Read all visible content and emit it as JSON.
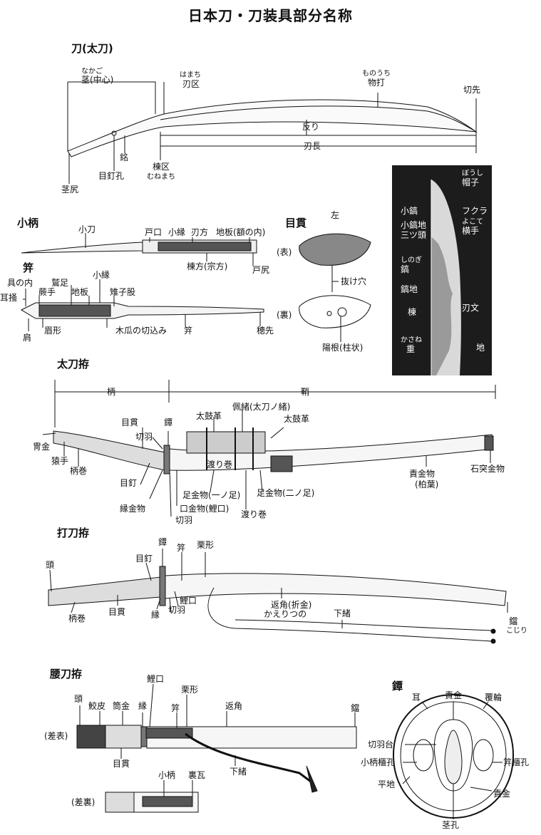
{
  "title": "日本刀・刀装具部分名称",
  "sections": {
    "katana": "刀(太刀)",
    "kozuka": "小柄",
    "kogai": "笄",
    "menuki": "目貫",
    "tachi": "太刀拵",
    "uchigatana": "打刀拵",
    "koshigatana": "腰刀拵",
    "tsuba": "鐔"
  },
  "katana": {
    "nakago_reading": "なかご",
    "nakago": "茎(中心)",
    "hamachi_reading": "はまち",
    "hamachi": "刃区",
    "monouchi_reading": "ものうち",
    "monouchi": "物打",
    "kissaki": "切先",
    "sori": "反り",
    "hachou": "刃長",
    "mei": "銘",
    "mekugiana": "目釘孔",
    "munemachi": "棟区",
    "munemachi_reading": "むねまち",
    "nakagojiri": "茎尻"
  },
  "kozuka": {
    "kogatana": "小刀",
    "toguchi": "戸口",
    "kobuchi": "小縁",
    "hagata": "刃方",
    "jiita": "地板(額の内)",
    "munegata": "棟方(宗方)",
    "tojiri": "戸尻"
  },
  "kogai": {
    "gunouchi": "具の内",
    "mimikaki": "耳掻",
    "warabite": "蕨手",
    "washiashi": "鷲足",
    "jiita": "地板",
    "kobuchi": "小縁",
    "ritsushimata": "雉子股",
    "kata": "肩",
    "mayugata": "眉形",
    "mokkou": "木瓜の切込み",
    "kogai": "笄",
    "hosaki": "穂先"
  },
  "menuki": {
    "hidari": "左",
    "omote": "(表)",
    "ura": "(裏)",
    "nukeana": "抜け穴",
    "inne": "陽根(柱状)"
  },
  "photo": {
    "boushi_reading": "ぼうし",
    "boushi": "帽子",
    "koshinogi": "小鎬",
    "fukura": "フクラ",
    "koshinogiji": "小鎬地",
    "yokote_reading": "よこて",
    "mitsugashira": "三ツ頭",
    "yokote": "横手",
    "shinogi_reading": "しのぎ",
    "shinogi": "鎬",
    "shinogiji": "鎬地",
    "hamon": "刃文",
    "mune": "棟",
    "kasane_reading": "かさね",
    "kasane": "重",
    "ji": "地"
  },
  "tachi": {
    "tsuka": "柄",
    "saya": "鞘",
    "menuki": "目貫",
    "tsuba": "鐔",
    "taikogawa1": "太鼓革",
    "haio": "佩緒(太刀ノ緒)",
    "taikogawa2": "太鼓革",
    "seppa1": "切羽",
    "kabutogane": "冑金",
    "sarute": "猿手",
    "tsukamaki": "柄巻",
    "mekugi": "目釘",
    "watarimaki1": "渡り巻",
    "ashikanamono1": "足金物(一ノ足)",
    "ashikanamono2": "足金物(二ノ足)",
    "fuchikanamono": "縁金物",
    "kuchikanamono": "口金物(鯉口)",
    "watarimaki2": "渡り巻",
    "seppa2": "切羽",
    "semegane": "責金物",
    "semegane_sub": "(柏葉)",
    "ishizuki": "石突金物"
  },
  "uchigatana": {
    "kashira": "頭",
    "tsuba": "鐔",
    "mekugi": "目釘",
    "kogai": "笄",
    "kurikata": "栗形",
    "koiguchi": "鯉口",
    "seppa": "切羽",
    "fuchi": "縁",
    "tsukamaki": "柄巻",
    "menuki": "目貫",
    "kaerizuno": "返角(折金)",
    "kaerizuno_reading": "かえりつの",
    "sageo": "下緒",
    "kojiri": "鐺",
    "kojiri_reading": "こじり"
  },
  "koshigatana": {
    "kashira": "頭",
    "samegawa": "鮫皮",
    "tsutsugane": "筒金",
    "fuchi": "縁",
    "koiguchi": "鯉口",
    "kurikata": "栗形",
    "kogai": "笄",
    "kaerizuno": "返角",
    "kojiri": "鐺",
    "sashiomote": "(差表)",
    "menuki": "目貫",
    "sageo": "下緒",
    "kozuka": "小柄",
    "uragawara": "裏瓦",
    "sashiura": "(差裏)"
  },
  "tsuba": {
    "mimi": "耳",
    "seppadai": "切羽台",
    "kozukahitsuana": "小柄櫃孔",
    "hiraji": "平地",
    "sekigane_top": "責金",
    "fukurin": "覆輪",
    "kogaihitsuana": "笄櫃孔",
    "sekigane_right": "責金",
    "nakagoana": "茎孔"
  },
  "colors": {
    "line": "#111111",
    "photo_bg": "#1c1c1c",
    "blade": "#d9d9d9"
  }
}
